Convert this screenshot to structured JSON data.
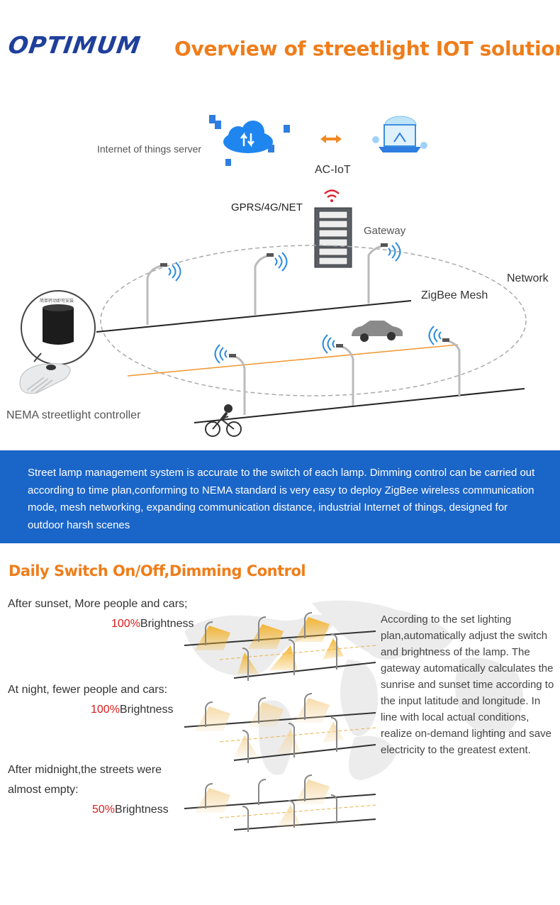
{
  "header": {
    "logo": "OPTIMUM",
    "title": "Overview of streetlight IOT solutions"
  },
  "diagram": {
    "server_label": "Internet of things server",
    "ac_iot_label": "AC-IoT",
    "gprs_label": "GPRS/4G/NET",
    "gateway_label": "Gateway",
    "network_label": "Network",
    "zigbee_label": "ZigBee Mesh",
    "controller_label": "NEMA streetlight controller",
    "controller_tag": "简单转动即可安装"
  },
  "info_band": {
    "text": "Street lamp management system is accurate to the switch of each lamp. Dimming control can be carried out according to time plan,conforming to NEMA standard is very easy to deploy ZigBee wireless communication mode, mesh networking, expanding communication distance, industrial Internet of things, designed for outdoor harsh scenes"
  },
  "dimming": {
    "heading": "Daily Switch On/Off,Dimming Control",
    "scenarios": [
      {
        "line1": "After sunset, More people and cars;",
        "line2": "",
        "percent": "100%",
        "unit": "Brightness"
      },
      {
        "line1": "At night, fewer people and cars:",
        "line2": "",
        "percent": "100%",
        "unit": "Brightness"
      },
      {
        "line1": "After midnight,the streets were",
        "line2": "almost empty:",
        "percent": "50%",
        "unit": "Brightness"
      }
    ],
    "description": "According to the set lighting plan,automatically adjust the switch and brightness of the lamp. The gateway automatically calculates the sunrise and sunset time according to the input latitude and longitude. In line with local actual conditions, realize on-demand lighting and save electricity to the greatest extent."
  },
  "colors": {
    "brand_blue": "#1f3f9a",
    "accent_orange": "#ef7d1a",
    "band_blue": "#1a65c8",
    "signal_blue": "#2d8be0",
    "percent_red": "#d81e1e"
  }
}
